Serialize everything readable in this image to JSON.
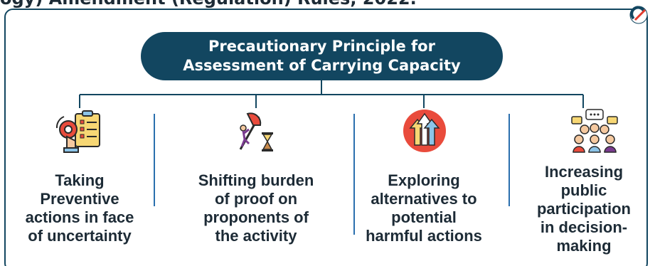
{
  "header": {
    "cut_text": "ogy) Amendment (Regulation) Rules, 2022.",
    "title_line1": "Precautionary Principle for",
    "title_line2": "Assessment of Carrying Capacity"
  },
  "items": [
    {
      "label": "Taking\nPreventive\nactions in face\nof uncertainty",
      "icon": "checklist-gear-icon"
    },
    {
      "label": "Shifting burden\nof proof on\nproponents of\nthe activity",
      "icon": "climber-hourglass-icon"
    },
    {
      "label": "Exploring\nalternatives to\npotential\nharmful actions",
      "icon": "arrows-up-icon"
    },
    {
      "label": "Increasing\npublic\nparticipation\nin decision-\nmaking",
      "icon": "people-discussion-icon"
    }
  ],
  "colors": {
    "navy": "#124660",
    "text": "#1d2b36",
    "divider": "#2a6fae"
  }
}
